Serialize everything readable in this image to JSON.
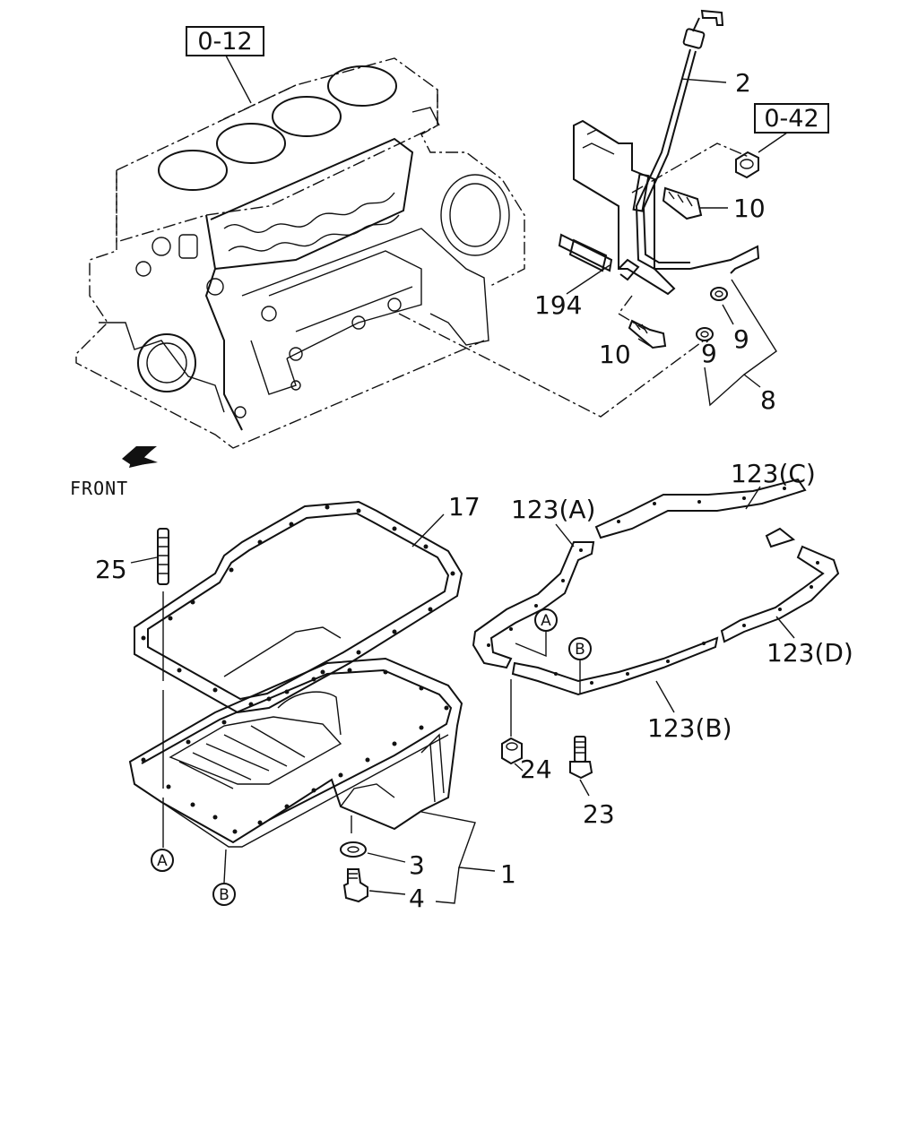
{
  "references": {
    "block_ref": "0-12",
    "nut_ref": "0-42"
  },
  "front_label": "FRONT",
  "callouts": {
    "p2": "2",
    "p10a": "10",
    "p10b": "10",
    "p194": "194",
    "p9a": "9",
    "p9b": "9",
    "p8": "8",
    "p17": "17",
    "p25": "25",
    "p123a": "123(A)",
    "p123b": "123(B)",
    "p123c": "123(C)",
    "p123d": "123(D)",
    "p24": "24",
    "p23": "23",
    "p3": "3",
    "p4": "4",
    "p1": "1"
  },
  "markers": {
    "a": "A",
    "b": "B"
  }
}
